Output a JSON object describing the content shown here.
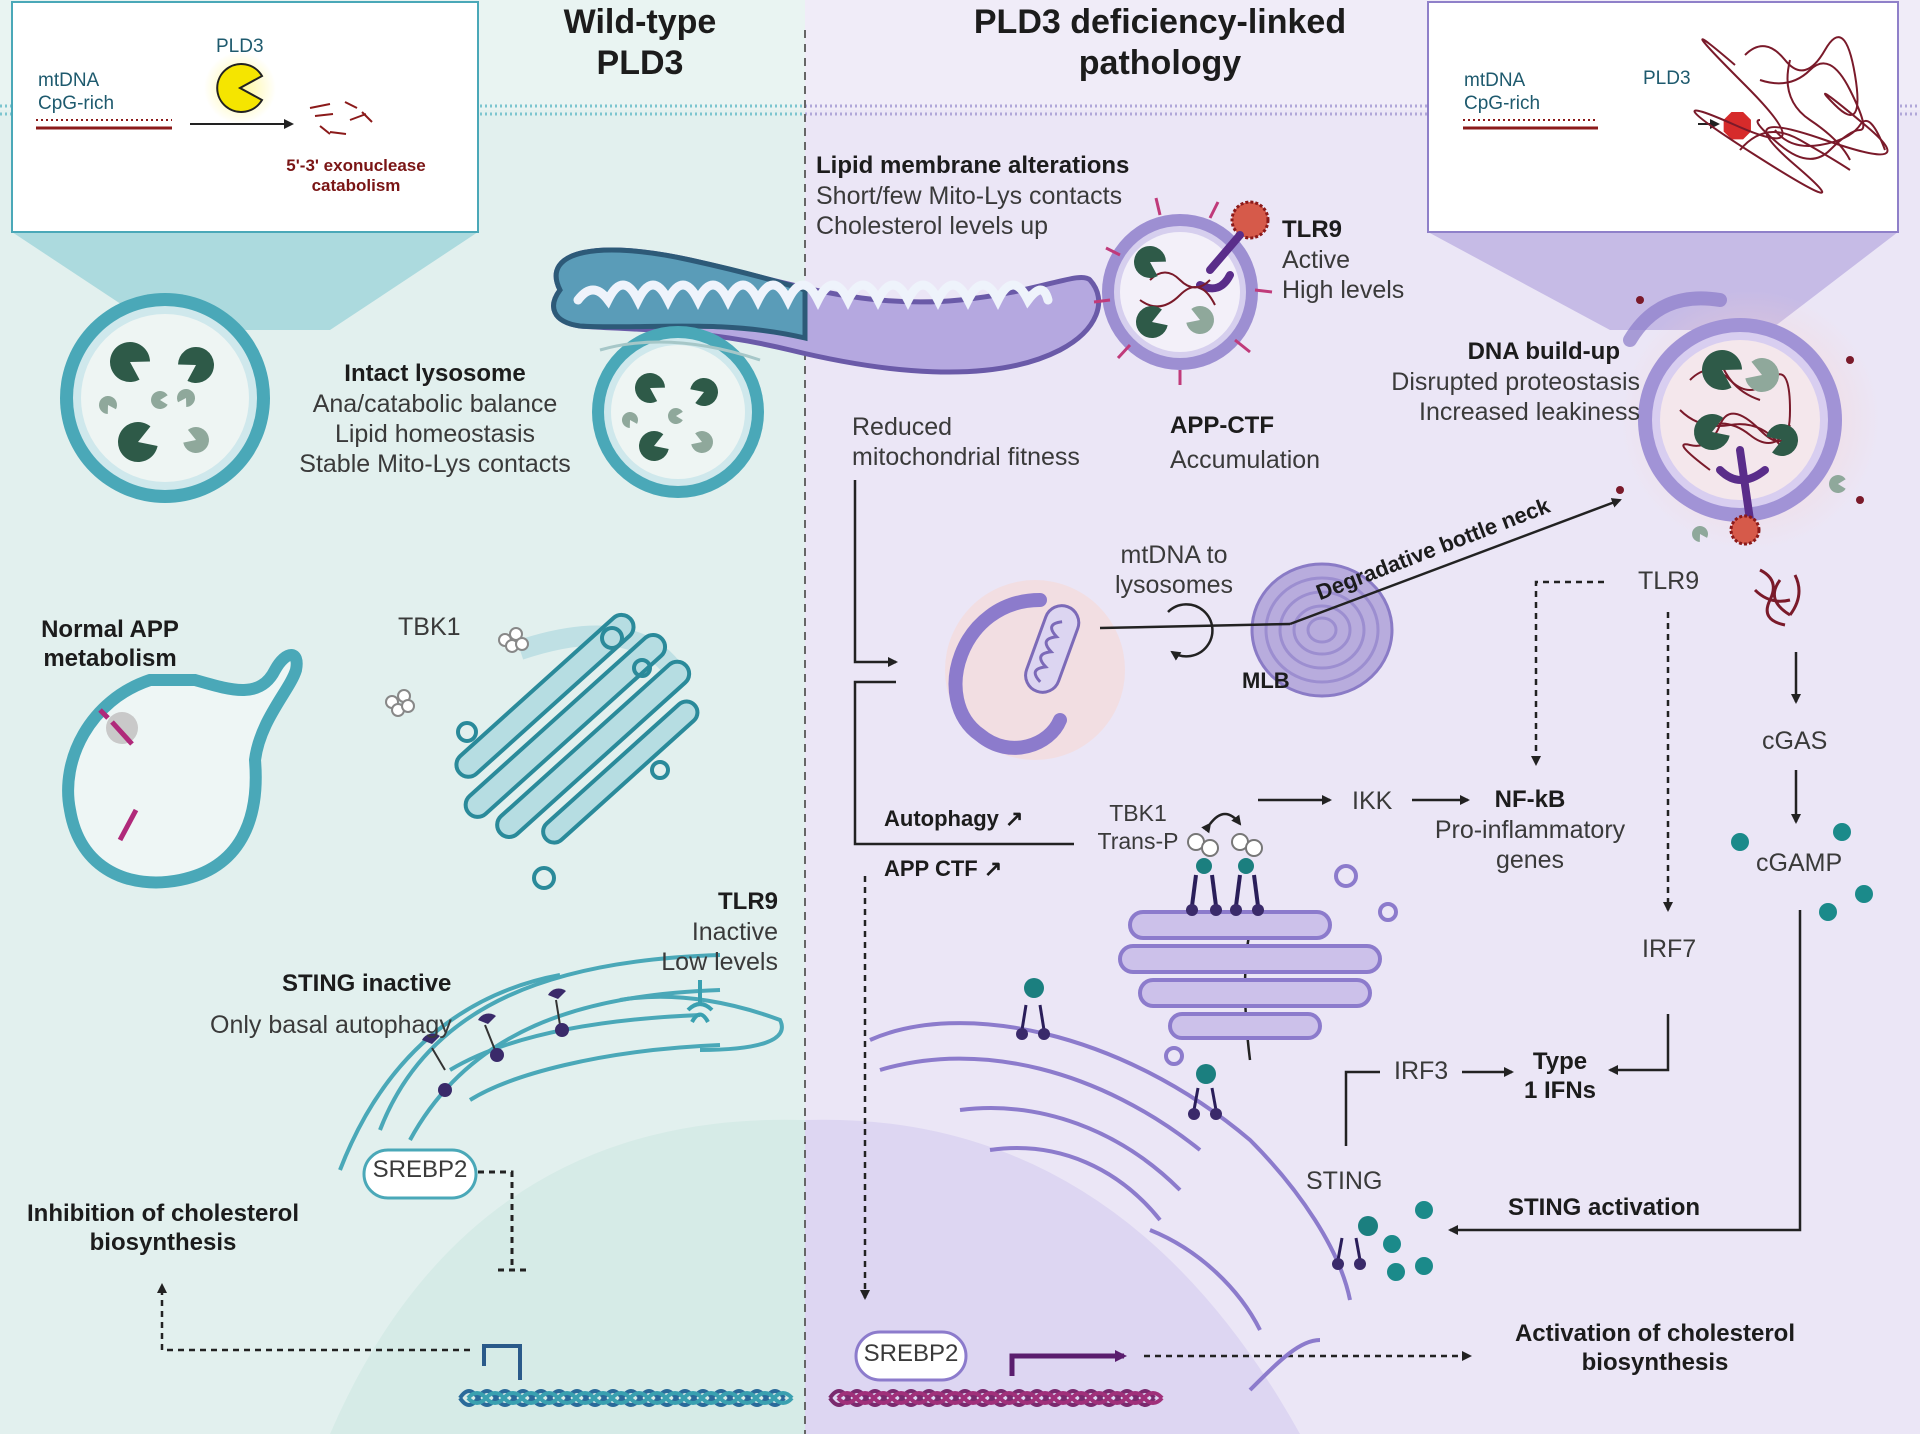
{
  "panels": {
    "left_title": [
      "Wild-type",
      "PLD3"
    ],
    "right_title": [
      "PLD3 deficiency-linked",
      "pathology"
    ]
  },
  "insets": {
    "left": {
      "mtdna": [
        "mtDNA",
        "CpG-rich"
      ],
      "pld3": "PLD3",
      "product": [
        "5'-3' exonuclease",
        "catabolism"
      ]
    },
    "right": {
      "mtdna": [
        "mtDNA",
        "CpG-rich"
      ],
      "pld3": "PLD3",
      "stop": "STOP"
    }
  },
  "left": {
    "lysosome": {
      "title": "Intact lysosome",
      "lines": [
        "Ana/catabolic balance",
        "Lipid homeostasis",
        "Stable Mito-Lys contacts"
      ]
    },
    "app": [
      "Normal APP",
      "metabolism"
    ],
    "tbk1": "TBK1",
    "tlr9": {
      "title": "TLR9",
      "lines": [
        "Inactive",
        "Low levels"
      ]
    },
    "sting": {
      "title": "STING inactive",
      "line": "Only basal autophagy"
    },
    "srebp2": "SREBP2",
    "cholesterol": [
      "Inhibition of cholesterol",
      "biosynthesis"
    ]
  },
  "right": {
    "lipid": {
      "title": "Lipid membrane alterations",
      "lines": [
        "Short/few Mito-Lys contacts",
        "Cholesterol levels up"
      ]
    },
    "tlr9_active": {
      "title": "TLR9",
      "lines": [
        "Active",
        "High levels"
      ]
    },
    "app_ctf": {
      "title": "APP-CTF",
      "line": "Accumulation"
    },
    "mito": [
      "Reduced",
      "mitochondrial fitness"
    ],
    "dna": {
      "title": "DNA build-up",
      "lines": [
        "Disrupted proteostasis",
        "Increased leakiness"
      ]
    },
    "mtdna_lys": [
      "mtDNA to",
      "lysosomes"
    ],
    "bottleneck": "Degradative bottle neck",
    "mlb": "MLB",
    "tlr9": "TLR9",
    "cgas": "cGAS",
    "cgamp": "cGAMP",
    "autophagy": "Autophagy",
    "app_ctf_up": "APP CTF",
    "tbk1": [
      "TBK1",
      "Trans-P"
    ],
    "ikk": "IKK",
    "nfkb": {
      "title": "NF-kB",
      "lines": [
        "Pro-inflammatory",
        "genes"
      ]
    },
    "irf7": "IRF7",
    "irf3": "IRF3",
    "type1": [
      "Type",
      "1 IFNs"
    ],
    "sting": "STING",
    "sting_act": "STING activation",
    "srebp2": "SREBP2",
    "cholesterol": [
      "Activation of cholesterol",
      "biosynthesis"
    ]
  },
  "colors": {
    "teal": "#4aa8b8",
    "teal_dark": "#2a7f8f",
    "lilac": "#9b8fcf",
    "purple": "#6a4a9a",
    "pac_green": "#2e5a48",
    "wine": "#7a1a2a"
  }
}
